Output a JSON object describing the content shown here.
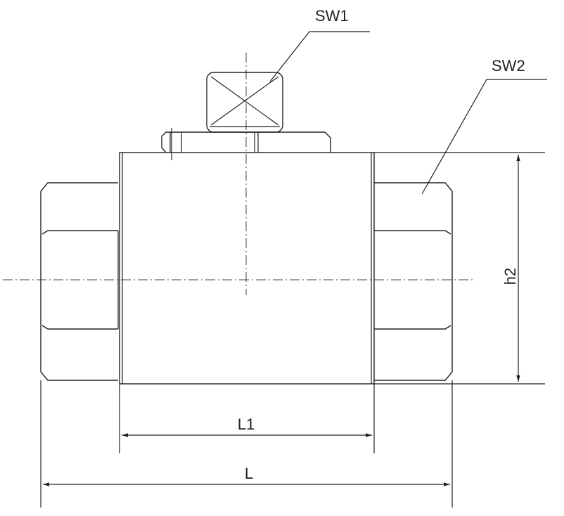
{
  "labels": {
    "sw1": "SW1",
    "sw2": "SW2",
    "h2": "h2",
    "l1": "L1",
    "l": "L"
  }
}
